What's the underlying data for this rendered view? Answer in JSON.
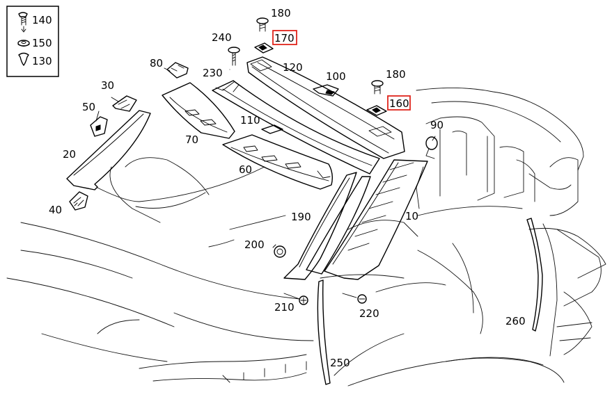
{
  "legend": {
    "items": [
      {
        "label": "140",
        "icon": "screw-icon"
      },
      {
        "label": "150",
        "icon": "washer-icon"
      },
      {
        "label": "130",
        "icon": "clip-icon"
      }
    ]
  },
  "callouts": [
    {
      "id": "c180a",
      "label": "180",
      "highlight": false
    },
    {
      "id": "c170",
      "label": "170",
      "highlight": true
    },
    {
      "id": "c240",
      "label": "240",
      "highlight": false
    },
    {
      "id": "c80",
      "label": "80",
      "highlight": false
    },
    {
      "id": "c230",
      "label": "230",
      "highlight": false
    },
    {
      "id": "c120",
      "label": "120",
      "highlight": false
    },
    {
      "id": "c100",
      "label": "100",
      "highlight": false
    },
    {
      "id": "c180b",
      "label": "180",
      "highlight": false
    },
    {
      "id": "c160",
      "label": "160",
      "highlight": true
    },
    {
      "id": "c30",
      "label": "30",
      "highlight": false
    },
    {
      "id": "c50",
      "label": "50",
      "highlight": false
    },
    {
      "id": "c90",
      "label": "90",
      "highlight": false
    },
    {
      "id": "c110",
      "label": "110",
      "highlight": false
    },
    {
      "id": "c70",
      "label": "70",
      "highlight": false
    },
    {
      "id": "c20",
      "label": "20",
      "highlight": false
    },
    {
      "id": "c60",
      "label": "60",
      "highlight": false
    },
    {
      "id": "c40",
      "label": "40",
      "highlight": false
    },
    {
      "id": "c190",
      "label": "190",
      "highlight": false
    },
    {
      "id": "c10",
      "label": "10",
      "highlight": false
    },
    {
      "id": "c200",
      "label": "200",
      "highlight": false
    },
    {
      "id": "c210",
      "label": "210",
      "highlight": false
    },
    {
      "id": "c220",
      "label": "220",
      "highlight": false
    },
    {
      "id": "c260",
      "label": "260",
      "highlight": false
    },
    {
      "id": "c250",
      "label": "250",
      "highlight": false
    }
  ],
  "colors": {
    "line": "#000000",
    "highlight": "#e0241b",
    "background": "#ffffff"
  }
}
